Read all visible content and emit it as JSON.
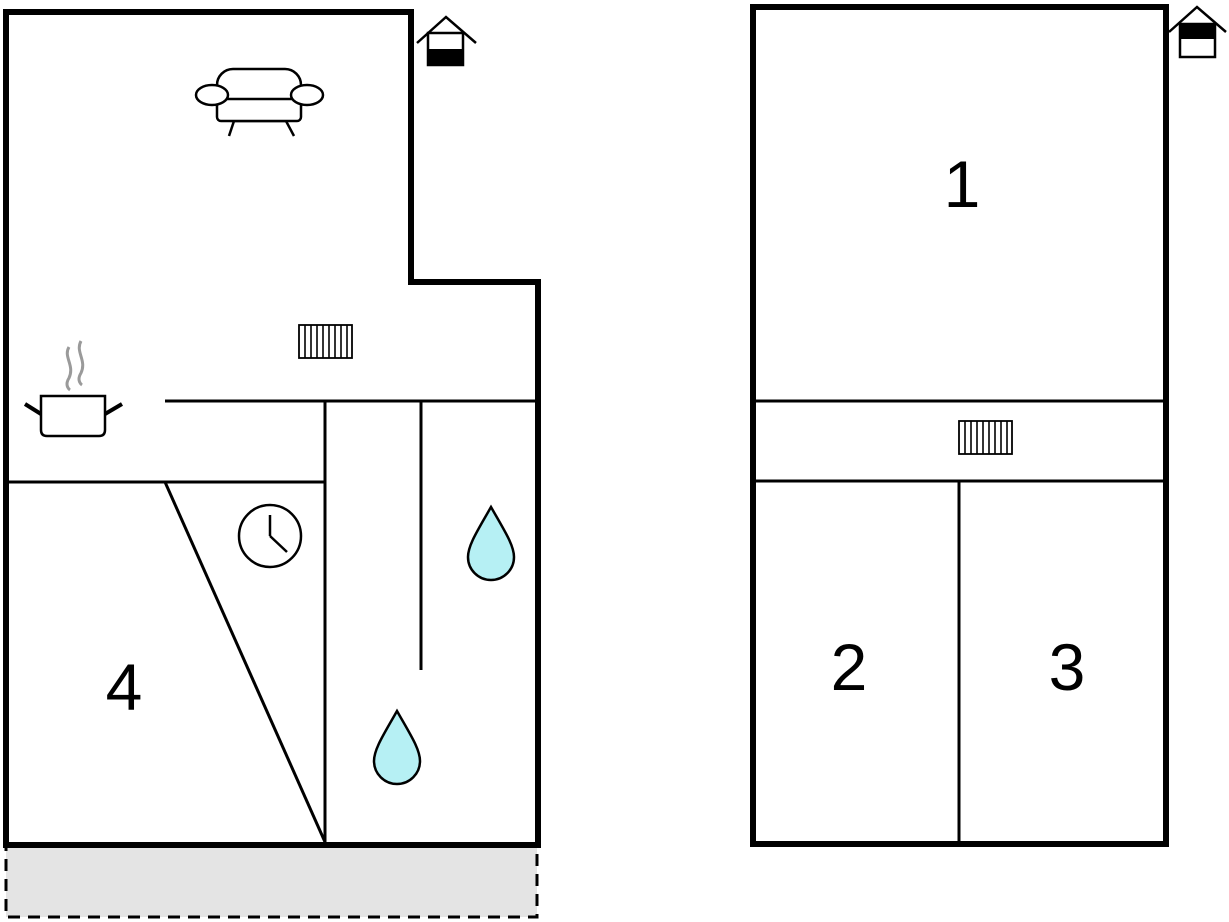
{
  "floors": [
    {
      "name": "ground-floor",
      "rooms": [
        {
          "id": "living-room",
          "icon": "sofa-icon"
        },
        {
          "id": "kitchen",
          "icon": "cooking-pot-icon"
        },
        {
          "id": "utility",
          "icon": "clock-icon"
        },
        {
          "id": "bathroom",
          "icon": "water-drop-icon"
        },
        {
          "id": "bedroom-4",
          "label": "4"
        }
      ],
      "exit_icon": "house-entrance-icon",
      "terrace": "dashed-terrace"
    },
    {
      "name": "upper-floor",
      "rooms": [
        {
          "id": "bedroom-1",
          "label": "1"
        },
        {
          "id": "hallway",
          "icon": "radiator-icon"
        },
        {
          "id": "bedroom-2",
          "label": "2"
        },
        {
          "id": "bedroom-3",
          "label": "3"
        }
      ],
      "exit_icon": "house-entrance-icon"
    }
  ],
  "colors": {
    "wall": "#000000",
    "water": "#b6f0f4",
    "terrace": "#e4e4e4",
    "steam": "#9a9a9a"
  }
}
